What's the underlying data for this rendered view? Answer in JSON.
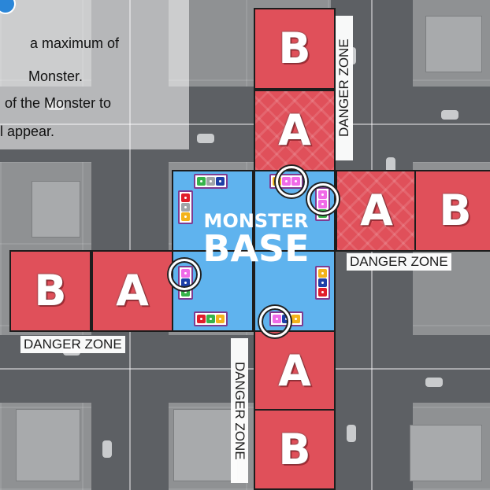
{
  "rules": {
    "line1": "a maximum of",
    "line2": "Monster.",
    "line3": "of the Monster to",
    "line4": "l appear."
  },
  "base": {
    "title_small": "MONSTER",
    "title_large": "BASE"
  },
  "zones": {
    "a": "A",
    "b": "B",
    "danger_label": "DANGER ZONE"
  },
  "colors": {
    "danger": "#e0505a",
    "base": "#5fb3ee",
    "dice_border": "#7f3b90"
  }
}
